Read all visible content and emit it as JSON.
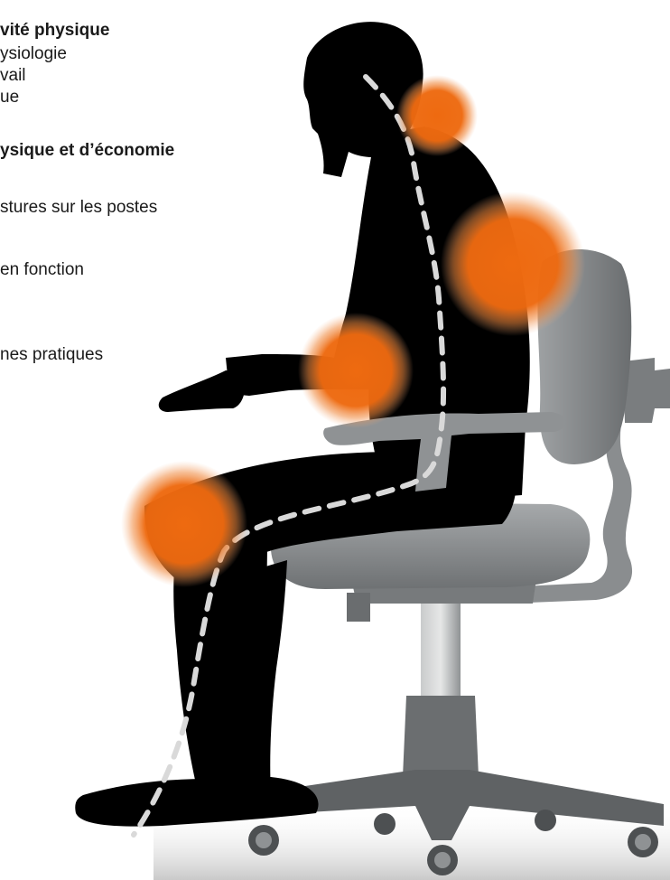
{
  "text_lines": [
    {
      "text": "vité physique",
      "bold": true
    },
    {
      "text": "ysiologie",
      "bold": false
    },
    {
      "text": "vail",
      "bold": false
    },
    {
      "text": "ue",
      "bold": false
    },
    {
      "text": "ysique et d’économie",
      "bold": true
    },
    {
      "text": "stures sur les postes",
      "bold": false
    },
    {
      "text": " en fonction",
      "bold": false
    },
    {
      "text": "nes pratiques",
      "bold": false
    }
  ],
  "colors": {
    "background": "#ffffff",
    "silhouette": "#000000",
    "chair": "#8f9294",
    "pain_spot": "#ee6a10",
    "spine_line": "#d9d9d9"
  },
  "illustration": {
    "subject": "man-silhouette-sitting-office-chair",
    "pain_points": [
      "neck",
      "upper-back",
      "elbow",
      "knee"
    ]
  }
}
